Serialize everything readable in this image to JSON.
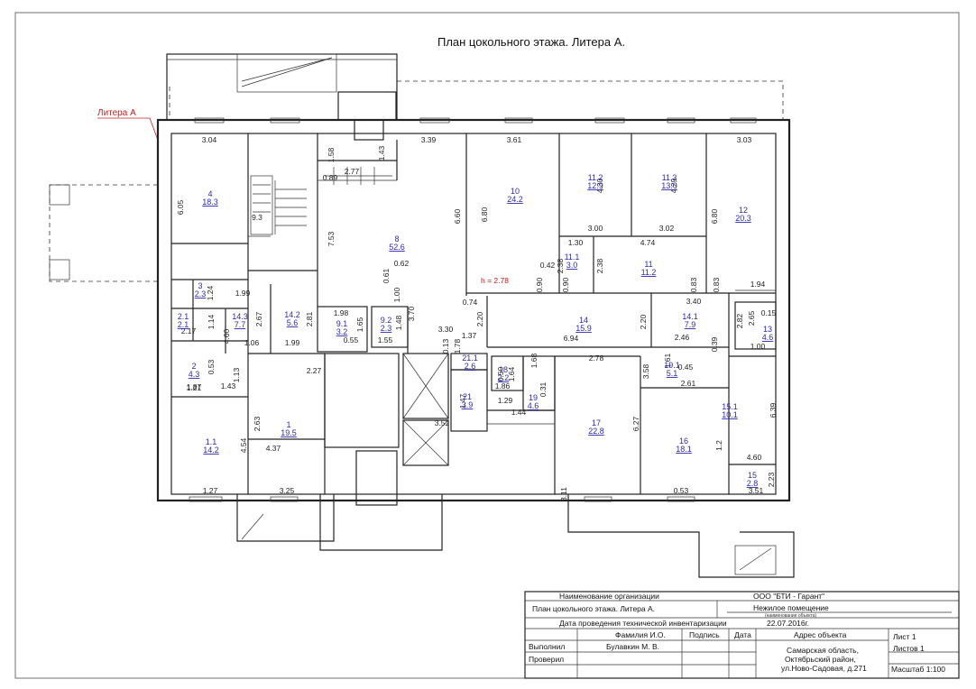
{
  "title": "План цокольного этажа. Литера А.",
  "litera_label": "Литера А",
  "height_mark": "h = 2.78",
  "dimensions": [
    "3.04",
    "3.39",
    "3.61",
    "3.03",
    "6.05",
    "1.58",
    "1.43",
    "2.77",
    "0.89",
    "9.3",
    "7.53",
    "6.60",
    "6.80",
    "4.30",
    "4.29",
    "6.80",
    "3.00",
    "3.02",
    "1.30",
    "4.74",
    "0.42",
    "2.38",
    "2.38",
    "0.62",
    "0.61",
    "1.00",
    "0.90",
    "0.90",
    "0.83",
    "0.83",
    "1.94",
    "1.24",
    "1.99",
    "2.67",
    "2.81",
    "1.98",
    "3.40",
    "2.20",
    "2.20",
    "0.74",
    "1.14",
    "4.60",
    "1.06",
    "1.99",
    "0.55",
    "1.65",
    "1.48",
    "1.55",
    "3.70",
    "3.30",
    "1.37",
    "6.94",
    "2.46",
    "0.39",
    "2.82",
    "2.65",
    "0.15",
    "1.00",
    "1.78",
    "0.53",
    "2.27",
    "0.13",
    "0.50",
    "1.64",
    "1.68",
    "0.31",
    "2.78",
    "3.58",
    "1.61",
    "0.45",
    "1.13",
    "1.43",
    "1.21",
    "1.86",
    "1.29",
    "1.44",
    "2.61",
    "3.52",
    "1.47",
    "2.63",
    "6.27",
    "6.39",
    "4.54",
    "4.37",
    "1.2",
    "4.60",
    "2.23",
    "1.27",
    "3.25",
    "3.11",
    "0.53",
    "3.51",
    "2.17",
    "1.87",
    "1.67"
  ],
  "rooms": [
    {
      "num": "4",
      "area": "18.3"
    },
    {
      "num": "8",
      "area": "52.6"
    },
    {
      "num": "10",
      "area": "24.2"
    },
    {
      "num": "11.2",
      "area": "12.9"
    },
    {
      "num": "11.3",
      "area": "13.0"
    },
    {
      "num": "12",
      "area": "20.3"
    },
    {
      "num": "11.1",
      "area": "3.0"
    },
    {
      "num": "11",
      "area": "11.2"
    },
    {
      "num": "3",
      "area": "2.3"
    },
    {
      "num": "2.1",
      "area": "2.1"
    },
    {
      "num": "14.3",
      "area": "7.7"
    },
    {
      "num": "14.2",
      "area": "5.6"
    },
    {
      "num": "9.1",
      "area": "3.2"
    },
    {
      "num": "9.2",
      "area": "2.3"
    },
    {
      "num": "14",
      "area": "15.9"
    },
    {
      "num": "14.1",
      "area": "7.9"
    },
    {
      "num": "13",
      "area": "4.6"
    },
    {
      "num": "2",
      "area": "4.3"
    },
    {
      "num": "21.1",
      "area": "2.6"
    },
    {
      "num": "18",
      "area": "2.2"
    },
    {
      "num": "19",
      "area": "4.6"
    },
    {
      "num": "21",
      "area": "3.9"
    },
    {
      "num": "15.1",
      "area": "10.1"
    },
    {
      "num": "1.1",
      "area": "14.2"
    },
    {
      "num": "1",
      "area": "19.5"
    },
    {
      "num": "17",
      "area": "22.8"
    },
    {
      "num": "16",
      "area": "18.1"
    },
    {
      "num": "19.1",
      "area": "5.1"
    },
    {
      "num": "15",
      "area": "2.8"
    }
  ],
  "title_block": {
    "org_label": "Наименование организации",
    "org_value": "ООО \"БТИ - Гарант\"",
    "sheet_name": "План цокольного этажа. Литера А.",
    "premise_type": "Нежилое помещение",
    "premise_type_sub": "(наименование объекта)",
    "inventory_label": "Дата проведения технической инвентаризации",
    "inventory_date": "22.07.2016г.",
    "col_name": "Фамилия И.О.",
    "col_sign": "Подпись",
    "col_date": "Дата",
    "col_address": "Адрес объекта",
    "performed_label": "Выполнил",
    "performed_name": "Булавкин М. В.",
    "checked_label": "Проверил",
    "address_1": "Самарская область,",
    "address_2": "Октябрьский район,",
    "address_3": "ул.Ново-Садовая, д.271",
    "sheet": "Лист 1",
    "sheets": "Листов 1",
    "scale": "Масштаб 1:100"
  }
}
